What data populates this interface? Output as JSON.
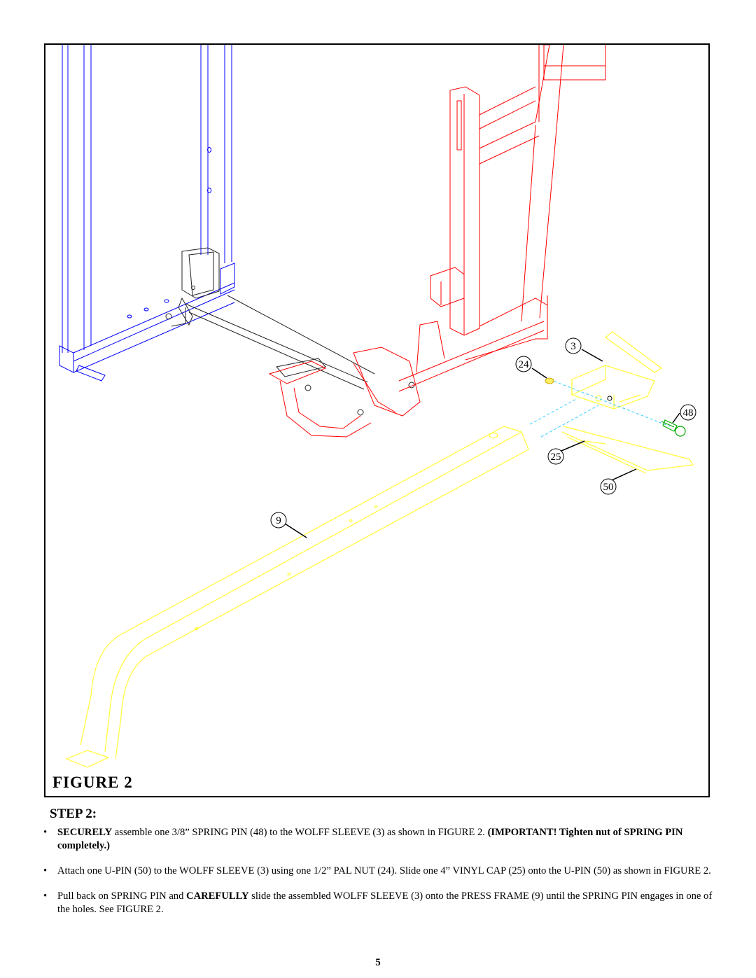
{
  "figure": {
    "title": "FIGURE 2",
    "callouts": {
      "sleeve": "3",
      "pal_nut": "24",
      "spring_pin": "48",
      "vinyl_cap": "25",
      "u_pin": "50",
      "press_frame": "9"
    },
    "colors": {
      "frame_red": "#ff0000",
      "upright_blue": "#0000ff",
      "press_frame_yellow": "#ffff33",
      "hardware_dark": "#222222",
      "spring_pin_green": "#00cc00",
      "guide_cyan": "#33ccff"
    }
  },
  "step": {
    "heading": "STEP 2:",
    "bullets": [
      {
        "lead": "SECURELY",
        "text": " assemble one 3/8” SPRING PIN (48) to the WOLFF SLEEVE (3) as shown in FIGURE 2. ",
        "emphasis": "(IMPORTANT! Tighten nut of SPRING PIN completely.)"
      },
      {
        "text": "Attach one U-PIN (50) to the WOLFF SLEEVE (3) using one 1/2” PAL NUT (24). Slide one 4” VINYL CAP (25) onto the U-PIN (50) as shown in FIGURE 2."
      },
      {
        "pre": "Pull back on SPRING PIN and ",
        "lead": "CAREFULLY",
        "text": " slide the assembled WOLFF SLEEVE (3) onto the PRESS FRAME (9) until the SPRING PIN engages in one of the holes. See FIGURE 2."
      }
    ],
    "bullet_glyph": "•"
  },
  "page_number": "5"
}
